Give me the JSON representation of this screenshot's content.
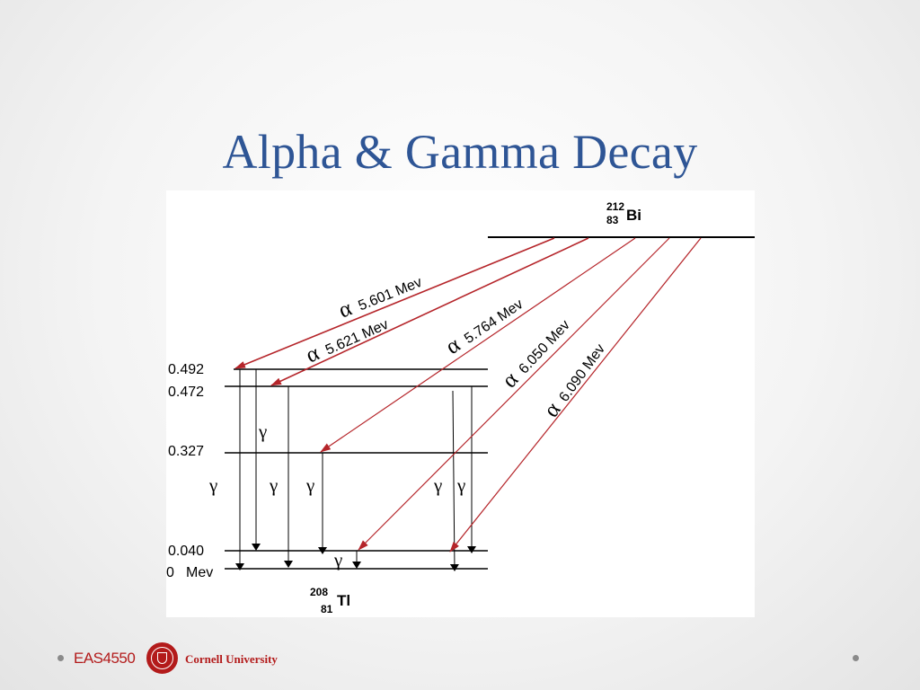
{
  "slide": {
    "title": "Alpha & Gamma Decay"
  },
  "diagram": {
    "parent": {
      "mass": "212",
      "atomic": "83",
      "symbol": "Bi"
    },
    "daughter": {
      "mass": "208",
      "atomic": "81",
      "symbol": "Tl"
    },
    "levels": [
      "0.492",
      "0.472",
      "0.327",
      "0.040",
      "0"
    ],
    "ground_unit": "Mev",
    "alpha_symbol": "α",
    "gamma_symbol": "γ",
    "alphas": [
      {
        "energy": "5.601 Mev"
      },
      {
        "energy": "5.621 Mev"
      },
      {
        "energy": "5.764 Mev"
      },
      {
        "energy": "6.050 Mev"
      },
      {
        "energy": "6.090 Mev"
      }
    ],
    "colors": {
      "alpha": "#b5252a",
      "lines": "#000000"
    }
  },
  "footer": {
    "course": "EAS4550",
    "university": "Cornell University"
  }
}
